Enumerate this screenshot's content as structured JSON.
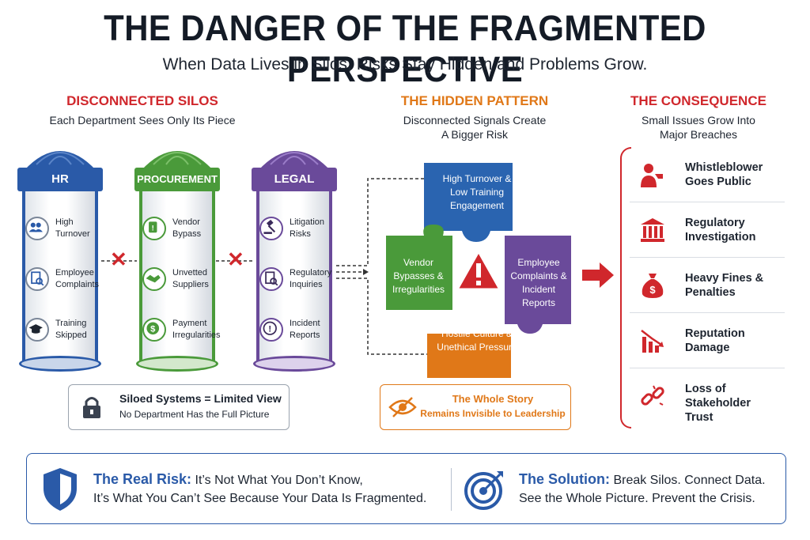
{
  "header": {
    "title": "THE DANGER OF THE FRAGMENTED PERSPECTIVE",
    "subtitle": "When Data Lives in Silos, Risks Stay Hidden and Problems Grow."
  },
  "silos_section": {
    "title": "DISCONNECTED SILOS",
    "subtitle": "Each Department Sees Only Its Piece",
    "silos": [
      {
        "name": "HR",
        "color": "#2a5aa8",
        "items": [
          "High Turnover",
          "Employee Complaints",
          "Training Skipped"
        ]
      },
      {
        "name": "PROCUREMENT",
        "color": "#4a9a3a",
        "items": [
          "Vendor Bypass",
          "Unvetted Suppliers",
          "Payment Irregularities"
        ]
      },
      {
        "name": "LEGAL",
        "color": "#6a4a9a",
        "items": [
          "Litigation Risks",
          "Regulatory Inquiries",
          "Incident Reports"
        ]
      }
    ],
    "note": {
      "title": "Siloed Systems = Limited View",
      "text": "No Department Has the Full Picture"
    }
  },
  "pattern_section": {
    "title": "THE HIDDEN PATTERN",
    "subtitle_l1": "Disconnected Signals Create",
    "subtitle_l2": "A Bigger Risk",
    "pieces": {
      "top": "High Turnover & Low Training Engagement",
      "left": "Vendor Bypasses & Irregularities",
      "right": "Employee Complaints & Incident Reports",
      "bottom": "Hostile Culture & Unethical Pressure"
    },
    "note_l1": "The Whole Story",
    "note_l2": "Remains Invisible to Leadership"
  },
  "consequence_section": {
    "title": "THE CONSEQUENCE",
    "subtitle_l1": "Small Issues Grow Into",
    "subtitle_l2": "Major Breaches",
    "items": [
      {
        "l1": "Whistleblower",
        "l2": "Goes Public",
        "icon": "whistleblower-icon"
      },
      {
        "l1": "Regulatory",
        "l2": "Investigation",
        "icon": "courthouse-icon"
      },
      {
        "l1": "Heavy Fines &",
        "l2": "Penalties",
        "icon": "money-bag-icon"
      },
      {
        "l1": "Reputation",
        "l2": "Damage",
        "icon": "declining-chart-icon"
      },
      {
        "l1": "Loss of Stakeholder",
        "l2": "Trust",
        "icon": "broken-chain-icon"
      }
    ]
  },
  "footer": {
    "risk_label": "The Real Risk:",
    "risk_l1": "It’s Not What You Don’t Know,",
    "risk_l2": "It’s What You Can’t See Because Your Data Is Fragmented.",
    "solution_label": "The Solution:",
    "solution_l1": "Break Silos. Connect Data.",
    "solution_l2": "See the Whole Picture. Prevent the Crisis."
  },
  "colors": {
    "red": "#d0272c",
    "orange": "#e07818",
    "blue": "#2a5aa8",
    "green": "#4a9a3a",
    "purple": "#6a4a9a"
  }
}
